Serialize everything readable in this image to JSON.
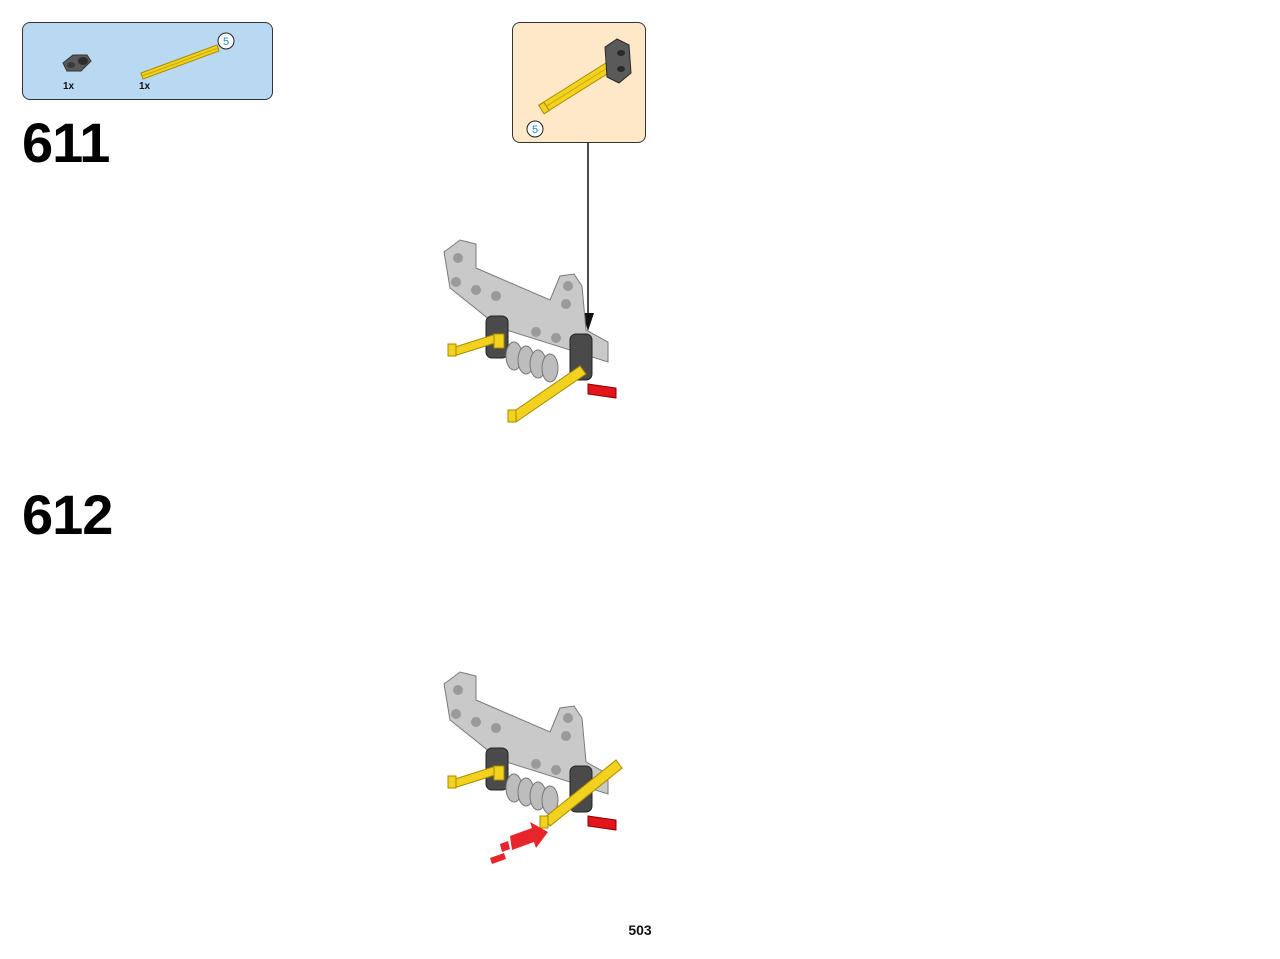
{
  "parts_list": {
    "items": [
      {
        "icon": "connector-part-icon",
        "quantity": "1x"
      },
      {
        "icon": "yellow-axle-part-icon",
        "quantity": "1x",
        "length": "5"
      }
    ]
  },
  "steps": [
    {
      "number": "611",
      "subassembly_length": "5"
    },
    {
      "number": "612"
    }
  ],
  "page_number": "503",
  "colors": {
    "parts_box_bg": "#b9d9f3",
    "subassembly_bg": "#fde8c8",
    "axle_yellow": "#f2d21e",
    "beam_gray": "#c8c8c8",
    "dark_gray": "#505050",
    "red_pin": "#e3141b",
    "arrow_red": "#e8252b"
  }
}
